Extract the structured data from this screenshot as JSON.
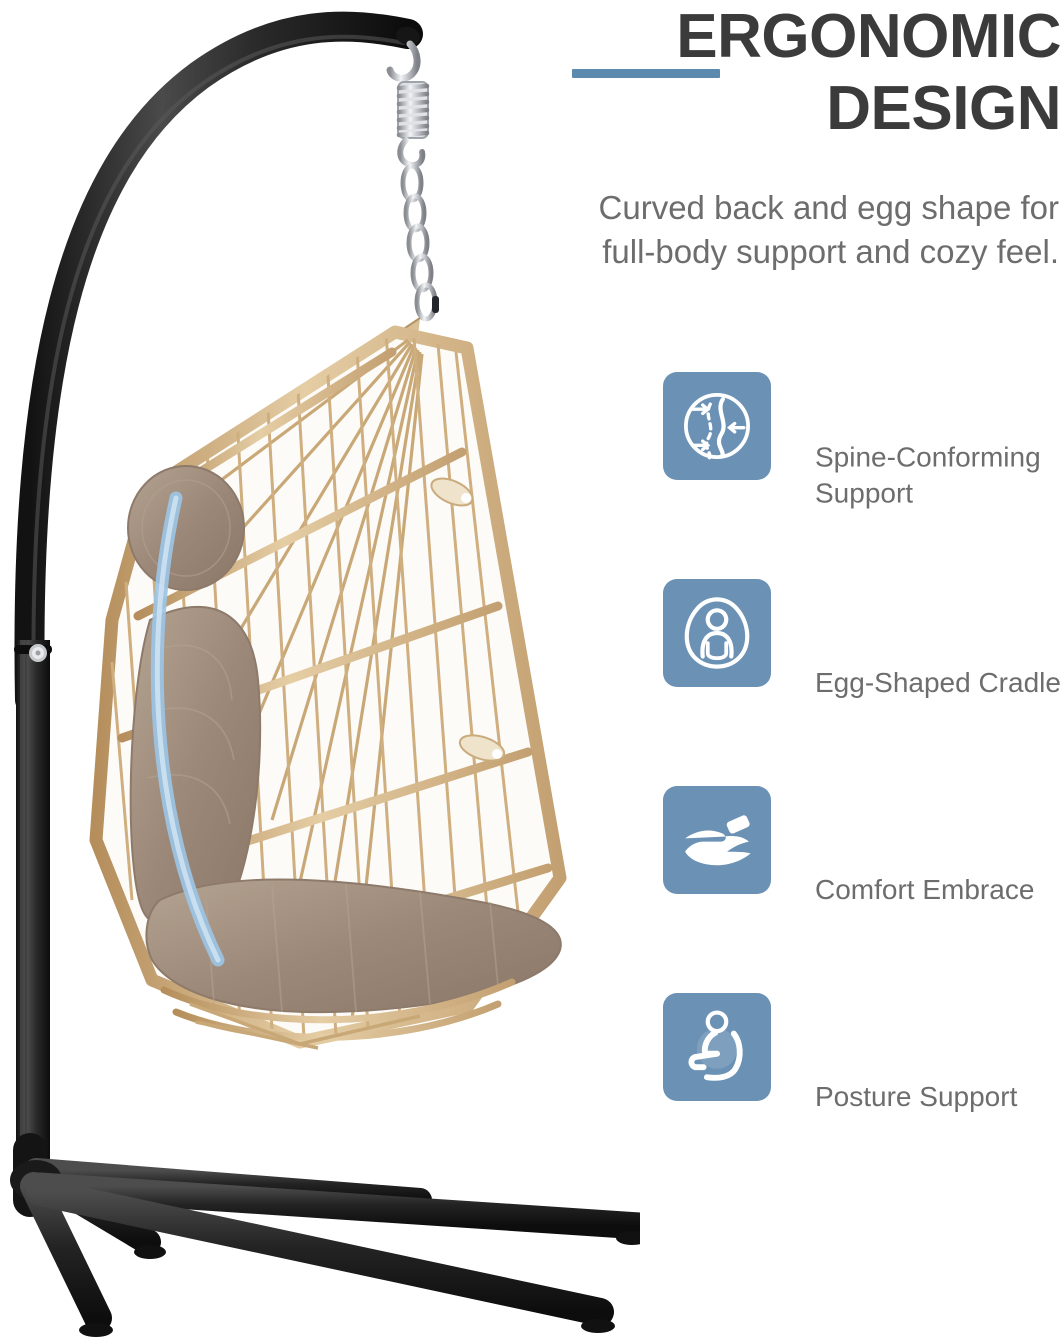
{
  "headline": {
    "line1": "ERGONOMIC",
    "line2": "DESIGN",
    "accent_color": "#5b8aae",
    "text_color": "#3b3b3b"
  },
  "subtitle": {
    "line1": "Curved back and egg shape for",
    "line2": "full-body support and cozy feel.",
    "text_color": "#6d6d6d"
  },
  "features": [
    {
      "icon": "spine-curve-icon",
      "label": "Spine-Conforming Support",
      "tile_color": "#6b91b5"
    },
    {
      "icon": "person-in-egg-icon",
      "label": "Egg-Shaped Cradle",
      "tile_color": "#6b91b5"
    },
    {
      "icon": "open-hand-icon",
      "label": "Comfort Embrace",
      "tile_color": "#6b91b5"
    },
    {
      "icon": "seated-person-icon",
      "label": "Posture Support",
      "tile_color": "#6b91b5"
    }
  ],
  "product": {
    "name": "hanging-egg-chair-with-stand",
    "stand_color": "#1d1d1d",
    "rattan_color": "#d9b98c",
    "cushion_color": "#a89384",
    "accent_arc_color": "#9cc4e4",
    "hardware_color": "#c9ccd1"
  }
}
